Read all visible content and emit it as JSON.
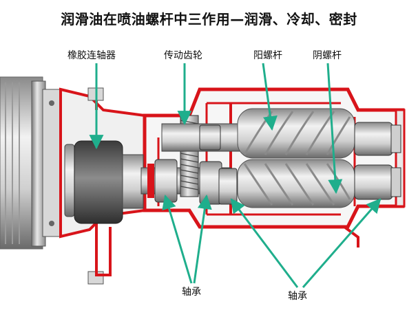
{
  "title": "润滑油在喷油螺杆中三作用—润滑、冷却、密封",
  "labels": {
    "coupling": "橡胶连轴器",
    "gear": "传动齿轮",
    "male_rotor": "阳螺杆",
    "female_rotor": "阴螺杆",
    "bearing_left": "轴承",
    "bearing_right": "轴承"
  },
  "colors": {
    "oil_red": "#d8141a",
    "arrow_teal": "#1fae8c",
    "metal_light": "#d9d9d9",
    "metal_dark": "#6f6f6f",
    "casing_white": "#f4f4f4"
  }
}
